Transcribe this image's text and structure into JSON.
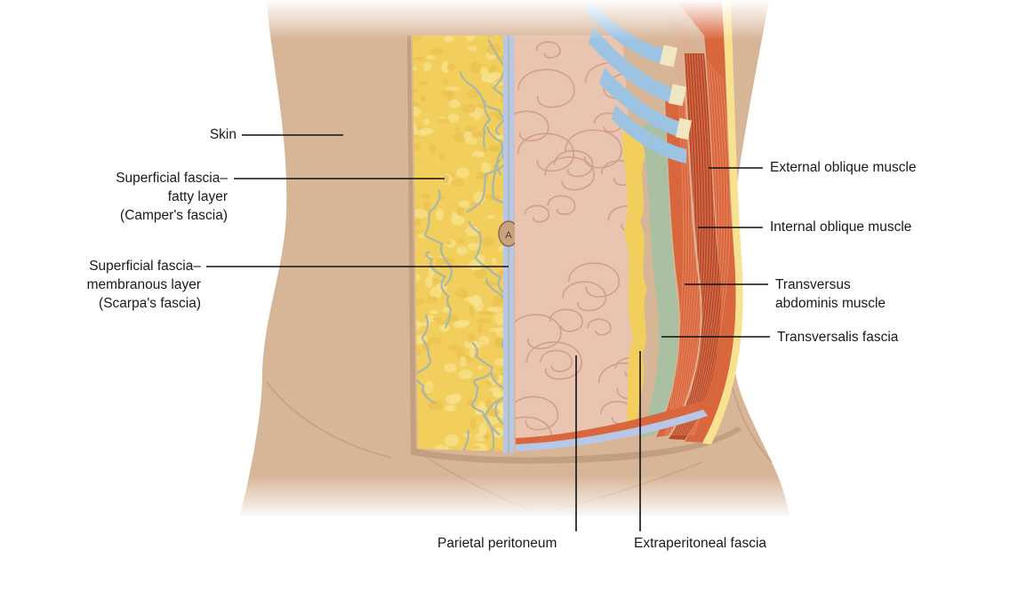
{
  "labels": {
    "skin": "Skin",
    "camper": [
      "Superficial fascia–",
      "fatty layer",
      "(Camper's fascia)"
    ],
    "scarpa": [
      "Superficial fascia–",
      "membranous layer",
      "(Scarpa's fascia)"
    ],
    "external_oblique": "External oblique muscle",
    "internal_oblique": "Internal oblique muscle",
    "transversus": [
      "Transversus",
      "abdominis muscle"
    ],
    "transversalis": "Transversalis fascia",
    "parietal_peritoneum": "Parietal peritoneum",
    "extraperitoneal": "Extraperitoneal fascia",
    "umbilicus_marker": "A"
  },
  "colors": {
    "skin": "#d7b597",
    "skin_dark": "#c49e80",
    "fat": "#f2cf5c",
    "fat_light": "#f8e28f",
    "vessel": "#a8b7a8",
    "fascia_blue": "#b9c7e6",
    "bowel": "#e9c4b0",
    "bowel_dark": "#d29f8a",
    "muscle": "#d9673e",
    "muscle_dark": "#b94a2a",
    "fascia_green": "#a9c0a3",
    "rib_blue": "#9cc3e2",
    "cartilage": "#efe6c2",
    "leader": "#111111"
  }
}
